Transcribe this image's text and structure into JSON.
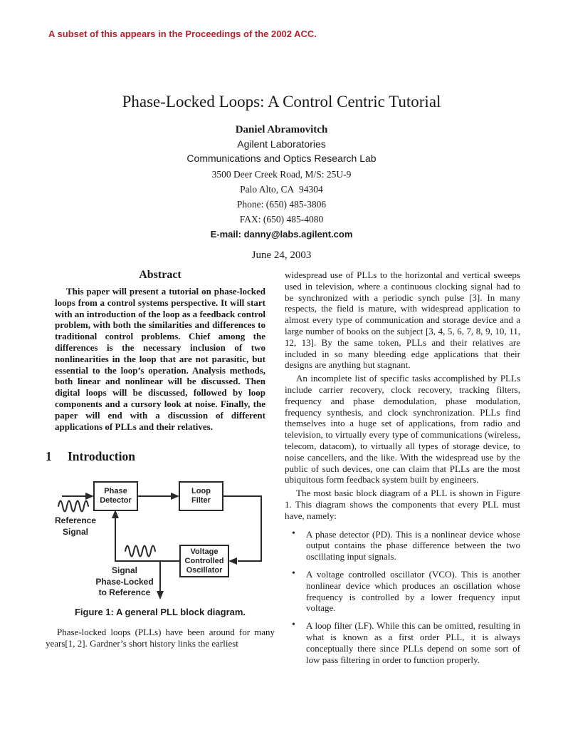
{
  "colors": {
    "accent_red": "#b02431",
    "text": "#1a1a1a",
    "figure_stroke": "#2a2a2a"
  },
  "notice": "A subset of this appears in the Proceedings of the 2002 ACC.",
  "header": {
    "title": "Phase-Locked Loops: A Control Centric Tutorial",
    "author": "Daniel Abramovitch",
    "affiliation1": "Agilent Laboratories",
    "affiliation2": "Communications and Optics Research Lab",
    "address1": "3500 Deer Creek Road, M/S: 25U-9",
    "address2": "Palo Alto, CA  94304",
    "phone": "Phone: (650) 485-3806",
    "fax": "FAX: (650) 485-4080",
    "email": "E-mail: danny@labs.agilent.com",
    "date": "June 24, 2003"
  },
  "abstract": {
    "heading": "Abstract",
    "text": "This paper will present a tutorial on phase-locked loops from a control systems perspective. It will start with an introduction of the loop as a feedback control problem, with both the similarities and differences to traditional control problems. Chief among the differences is the necessary inclusion of two nonlinearities in the loop that are not parasitic, but essential to the loop’s operation. Analysis methods, both linear and nonlinear will be discussed. Then digital loops will be discussed, followed by loop components and a cursory look at noise. Finally, the paper will end with a discussion of different applications of PLLs and their relatives."
  },
  "section1": {
    "number": "1",
    "heading": "Introduction",
    "para_after_figure": "Phase-locked loops (PLLs) have been around for many years[1, 2].  Gardner’s short history links the earliest widespread use of PLLs to the horizontal and vertical"
  },
  "figure": {
    "pd1": "Phase",
    "pd2": "Detector",
    "lf1": "Loop",
    "lf2": "Filter",
    "vco1": "Voltage",
    "vco2": "Controlled",
    "vco3": "Oscillator",
    "ref1": "Reference",
    "ref2": "Signal",
    "out1": "Signal",
    "out2": "Phase-Locked",
    "out3": "to Reference",
    "caption": "Figure 1: A general PLL block diagram."
  },
  "right_column": {
    "para1": "widespread use of PLLs to the horizontal and vertical sweeps used in television, where a continuous clocking signal had to be synchronized with a periodic synch pulse [3]. In many respects, the field is mature, with widespread application to almost every type of communication and storage device and a large number of books on the subject [3, 4, 5, 6, 7, 8, 9, 10, 11, 12, 13]. By the same token, PLLs and their relatives are included in so many bleeding edge applications that their designs are anything but stagnant.",
    "para2": "An incomplete list of specific tasks accomplished by PLLs include carrier recovery, clock recovery, tracking filters, frequency and phase demodulation, phase modulation, frequency synthesis, and clock synchronization. PLLs find themselves into a huge set of applications, from radio and television, to virtually every type of communications (wireless, telecom, datacom), to virtually all types of storage device, to noise cancellers, and the like. With the widespread use by the public of such devices, one can claim that PLLs are the most ubiquitous form feedback system built by engineers.",
    "para3": "The most basic block diagram of a PLL is shown in Figure 1. This diagram shows the components that every PLL must have, namely:",
    "bullets": [
      "A phase detector (PD). This is a nonlinear device whose output contains the phase difference between the two oscillating input signals.",
      "A voltage controlled oscillator (VCO). This is another nonlinear device which produces an oscillation whose frequency is controlled by a lower frequency input voltage.",
      "A loop filter (LF). While this can be omitted, resulting in what is known as a first order PLL, it is always conceptually there since PLLs depend on some sort of low pass filtering in order to function properly."
    ],
    "bullet_marker": "•"
  },
  "left_column": {
    "para_bottom": "Phase-locked loops (PLLs) have been around for many years[1, 2].  Gardner’s short history links the earliest"
  }
}
